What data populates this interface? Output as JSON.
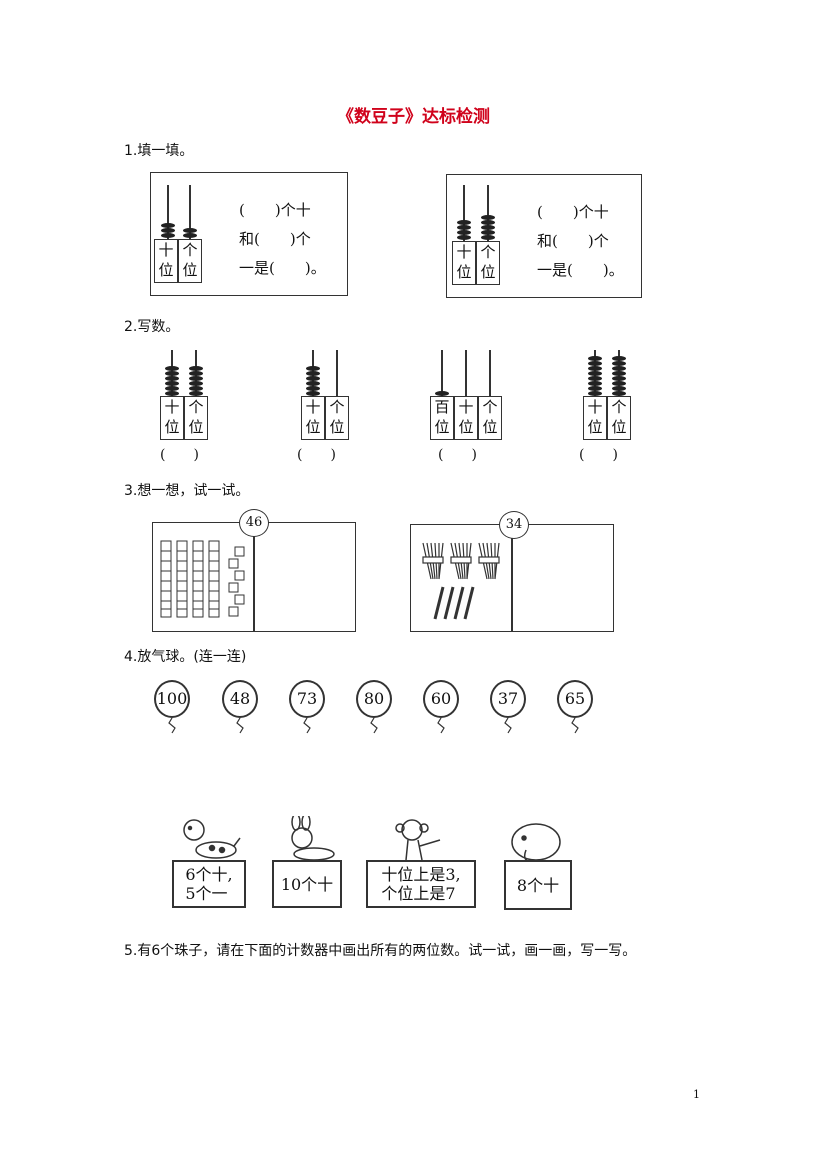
{
  "title": "《数豆子》达标检测",
  "q1": {
    "label": "1.填一填。",
    "place_labels": {
      "tens": [
        "十",
        "位"
      ],
      "ones": [
        "个",
        "位"
      ]
    },
    "lines": [
      "(　　)个十",
      "和(　　)个",
      "一是(　　)。"
    ],
    "abacuses": [
      {
        "tens_beads": 3,
        "ones_beads": 2
      },
      {
        "tens_beads": 4,
        "ones_beads": 5
      }
    ]
  },
  "q2": {
    "label": "2.写数。",
    "hundreds_label": [
      "百",
      "位"
    ],
    "answer_blank": "(　　)",
    "abacuses": [
      {
        "tens_beads": 6,
        "ones_beads": 6
      },
      {
        "tens_beads": 6,
        "ones_beads": 0
      },
      {
        "hundreds_beads": 1,
        "tens_beads": 0,
        "ones_beads": 0
      },
      {
        "tens_beads": 8,
        "ones_beads": 8
      }
    ]
  },
  "q3": {
    "label": "3.想一想，试一试。",
    "panels": [
      {
        "number": "46",
        "rods": 4,
        "cubes": 6,
        "icon": "cube-blocks-icon"
      },
      {
        "number": "34",
        "bundles": 3,
        "sticks": 4,
        "icon": "stick-bundles-icon"
      }
    ]
  },
  "q4": {
    "label": "4.放气球。(连一连)",
    "balloons": [
      "100",
      "48",
      "73",
      "80",
      "60",
      "37",
      "65"
    ],
    "cards": [
      {
        "text": "6个十,\n5个一",
        "animal": "dog-icon"
      },
      {
        "text": "10个十",
        "animal": "rabbit-icon"
      },
      {
        "text": "十位上是3,\n个位上是7",
        "animal": "monkey-icon"
      },
      {
        "text": "8个十",
        "animal": "elephant-icon"
      }
    ]
  },
  "q5": {
    "label": "5.有6个珠子，请在下面的计数器中画出所有的两位数。试一试，画一画，写一写。"
  },
  "page_number": "1"
}
